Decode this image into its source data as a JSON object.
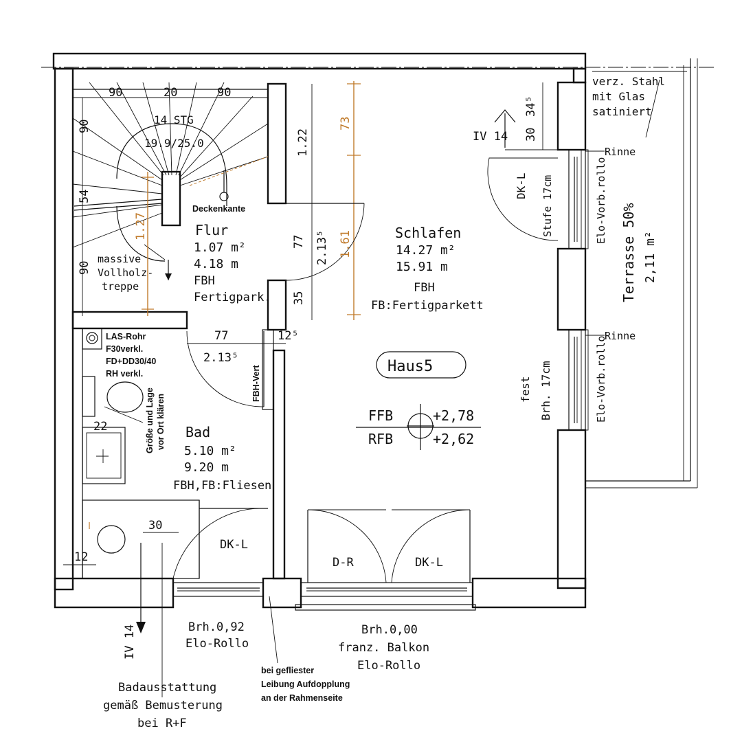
{
  "rooms": {
    "flur": {
      "name": "Flur",
      "area": "1.07  m²",
      "perimeter": "4.18  m",
      "heating": "FBH",
      "floor": "Fertigpark."
    },
    "schlafen": {
      "name": "Schlafen",
      "area": "14.27  m²",
      "perimeter": "15.91  m",
      "heating": "FBH",
      "floor": "FB:Fertigparkett"
    },
    "bad": {
      "name": "Bad",
      "area": "5.10  m²",
      "perimeter": "9.20  m",
      "floor": "FBH,FB:Fliesen"
    },
    "terrasse": {
      "name": "Terrasse 50%",
      "area": "2,11  m²"
    }
  },
  "haus_label": "Haus5",
  "levels": {
    "ffb_label": "FFB",
    "ffb_value": "+2,78",
    "rfb_label": "RFB",
    "rfb_value": "+2,62"
  },
  "stair": {
    "steps": "14  STG",
    "ratio": "19.9/25.0",
    "material_1": "massive",
    "material_2": "Vollholz-",
    "material_3": "treppe",
    "deckenkante": "Deckenkante"
  },
  "doors": {
    "dk_l_right": "DK-L",
    "d_r": "D-R",
    "dk_l_bottom": "DK-L",
    "dk_l_bad": "DK-L",
    "fbh_vert": "FBH-Vert"
  },
  "section_marks": {
    "top": "IV 14",
    "bottom": "IV 14"
  },
  "annotations": {
    "verz_1": "verz. Stahl",
    "verz_2": "mit Glas",
    "verz_3": "satiniert",
    "rinne_top": "Rinne",
    "rinne_bottom": "Rinne",
    "elo_vorb_top": "Elo-Vorb.rollo",
    "elo_vorb_bottom": "Elo-Vorb.rollo",
    "stufe": "Stufe 17cm",
    "fest": "fest",
    "brh_17": "Brh. 17cm",
    "las_1": "LAS-Rohr",
    "las_2": "F30verkl.",
    "las_3": "FD+DD30/40",
    "las_4": "RH verkl.",
    "groesse_1": "Größe und Lage",
    "groesse_2": "vor Ort klären",
    "window_bad_1": "Brh.0,92",
    "window_bad_2": "Elo-Rollo",
    "window_sch_1": "Brh.0,00",
    "window_sch_2": "franz. Balkon",
    "window_sch_3": "Elo-Rollo",
    "gefliest_1": "bei gefliester",
    "gefliest_2": "Leibung Aufdopplung",
    "gefliest_3": "an der Rahmenseite",
    "bad_1": "Badausstattung",
    "bad_2": "gemäß Bemusterung",
    "bad_3": "bei R+F"
  },
  "dimensions": {
    "d90a": "90",
    "d20": "20",
    "d90b": "90",
    "d90_left_top": "90",
    "d54": "54",
    "d90_left_bot": "90",
    "d127": "1.27",
    "d122": "1.22",
    "d73": "73",
    "d161": "1.61",
    "d77_v": "77",
    "d2135_v": "2.13⁵",
    "d35": "35",
    "d77_h": "77",
    "d2135_h": "2.13⁵",
    "d125": "12⁵",
    "d30_top": "30",
    "d345": "34⁵",
    "d22": "22",
    "d30_bad": "30",
    "d12": "12"
  }
}
